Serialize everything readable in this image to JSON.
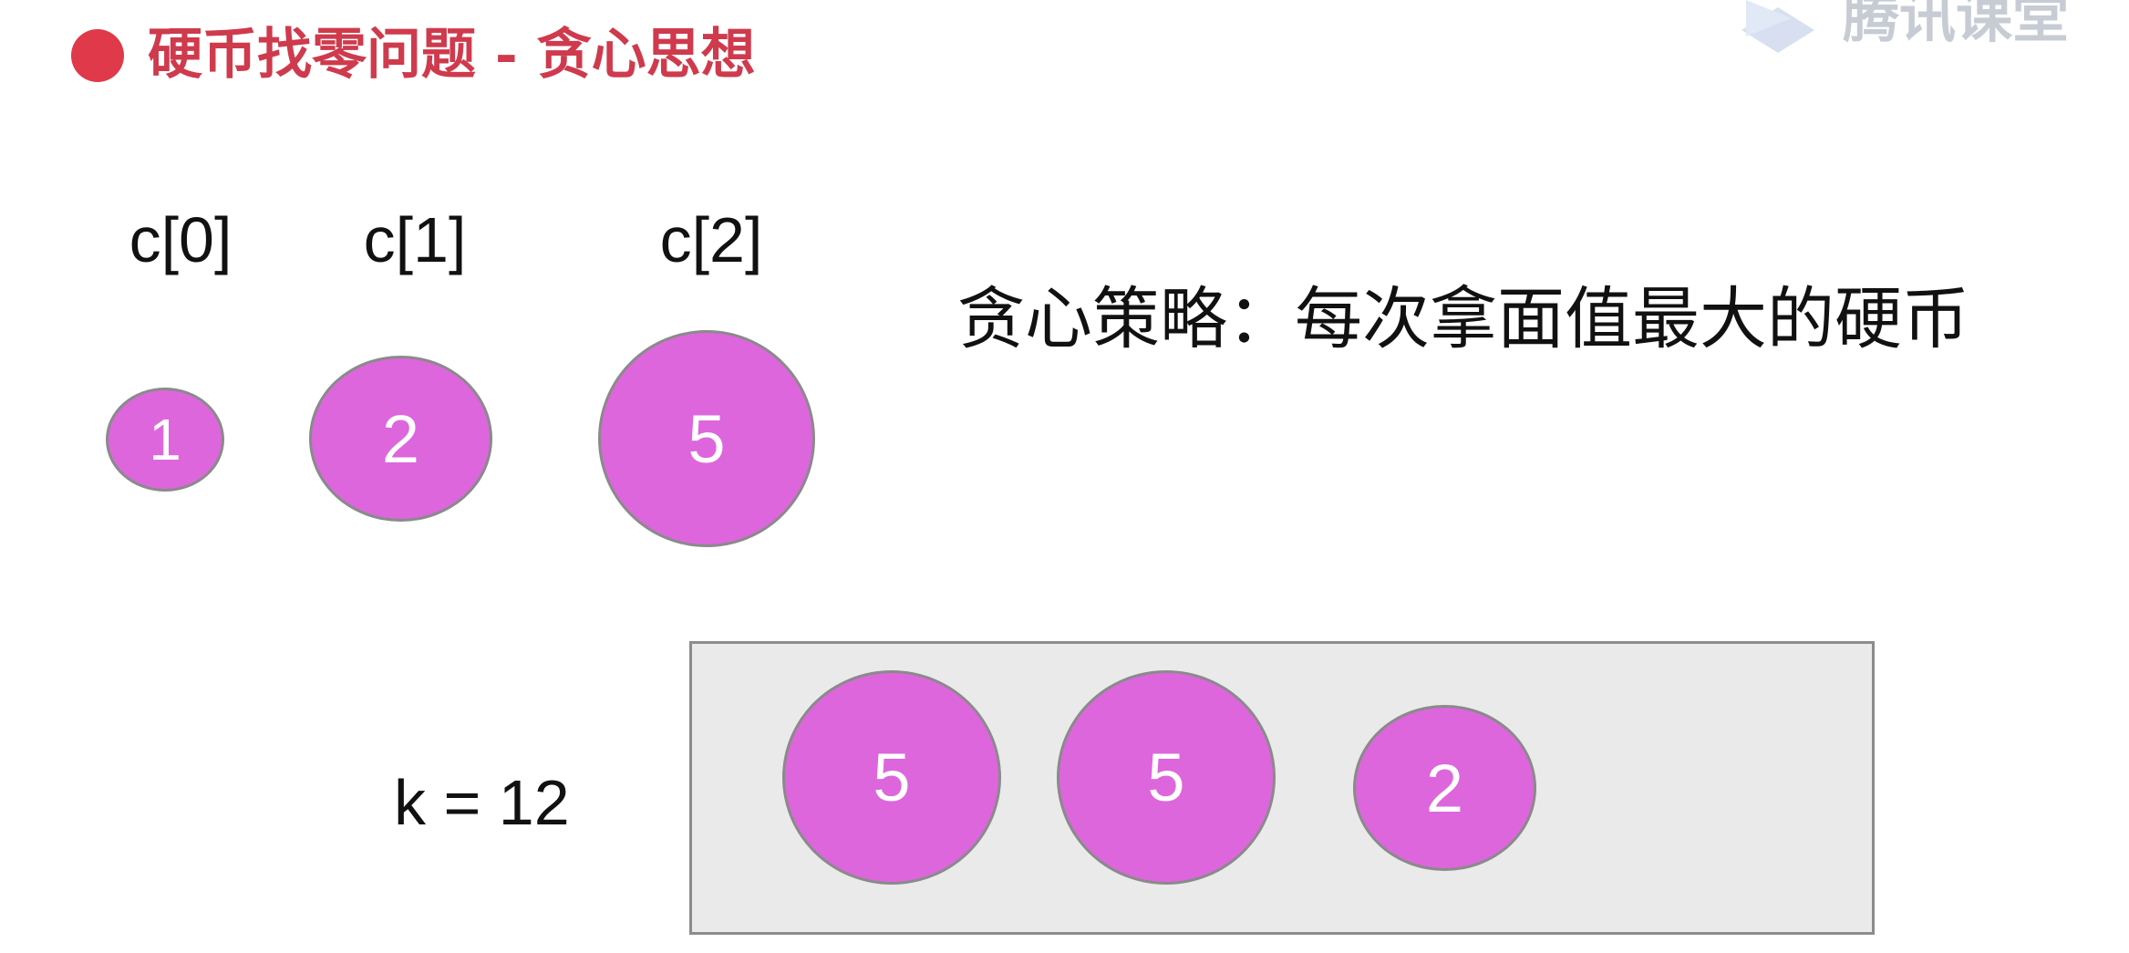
{
  "title": "硬币找零问题 - 贪心思想",
  "watermark": {
    "text": "腾讯课堂",
    "icon": "play-icon"
  },
  "coins": [
    {
      "label": "c[0]",
      "value": "1"
    },
    {
      "label": "c[1]",
      "value": "2"
    },
    {
      "label": "c[2]",
      "value": "5"
    }
  ],
  "strategy": "贪心策略：每次拿面值最大的硬币",
  "k_label": "k = 12",
  "result": [
    "5",
    "5",
    "2"
  ],
  "colors": {
    "accent": "#e0394a",
    "coin_fill": "#dd66dd",
    "box_fill": "#eaeaea"
  }
}
